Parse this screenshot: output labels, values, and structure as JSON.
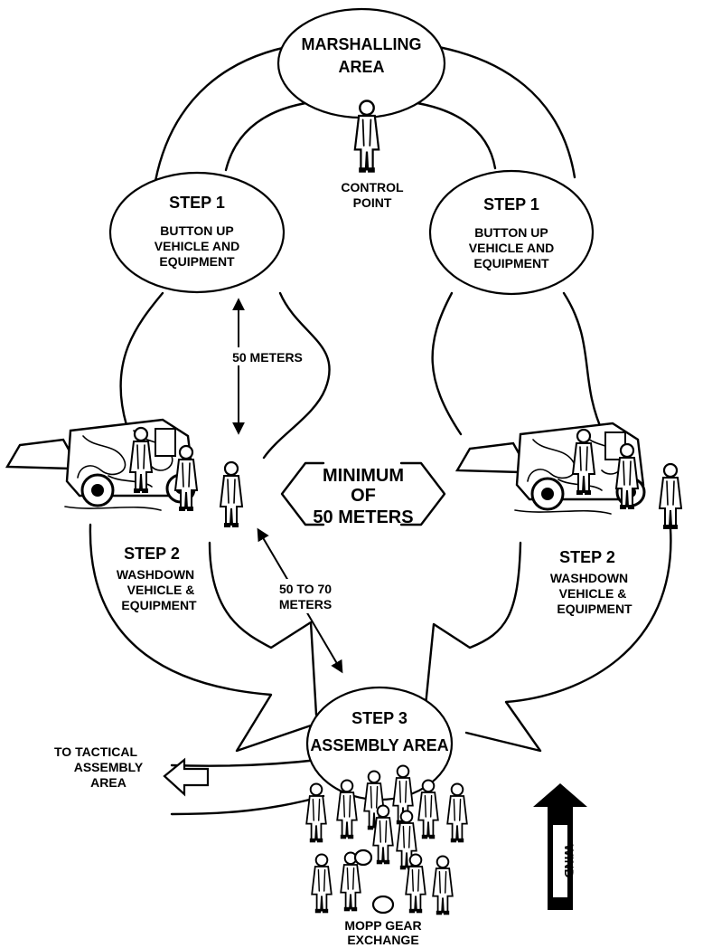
{
  "marshalling": {
    "line1": "MARSHALLING",
    "line2": "AREA"
  },
  "control_point": {
    "line1": "CONTROL",
    "line2": "POINT"
  },
  "step1_left": {
    "title": "STEP 1",
    "line1": "BUTTON UP",
    "line2": "VEHICLE AND",
    "line3": "EQUIPMENT"
  },
  "step1_right": {
    "title": "STEP 1",
    "line1": "BUTTON UP",
    "line2": "VEHICLE AND",
    "line3": "EQUIPMENT"
  },
  "distance_50": "50 METERS",
  "minimum": {
    "line1": "MINIMUM",
    "line2": "OF",
    "line3": "50 METERS"
  },
  "step2_left": {
    "title": "STEP 2",
    "line1": "WASHDOWN",
    "line2": "VEHICLE &",
    "line3": "EQUIPMENT"
  },
  "step2_right": {
    "title": "STEP 2",
    "line1": "WASHDOWN",
    "line2": "VEHICLE &",
    "line3": "EQUIPMENT"
  },
  "distance_50_70": {
    "line1": "50 TO 70",
    "line2": "METERS"
  },
  "step3": {
    "title": "STEP 3",
    "line1": "ASSEMBLY AREA"
  },
  "tactical": {
    "line1": "TO TACTICAL",
    "line2": "ASSEMBLY",
    "line3": "AREA"
  },
  "mopp": {
    "line1": "MOPP GEAR",
    "line2": "EXCHANGE"
  },
  "wind": "WIND"
}
